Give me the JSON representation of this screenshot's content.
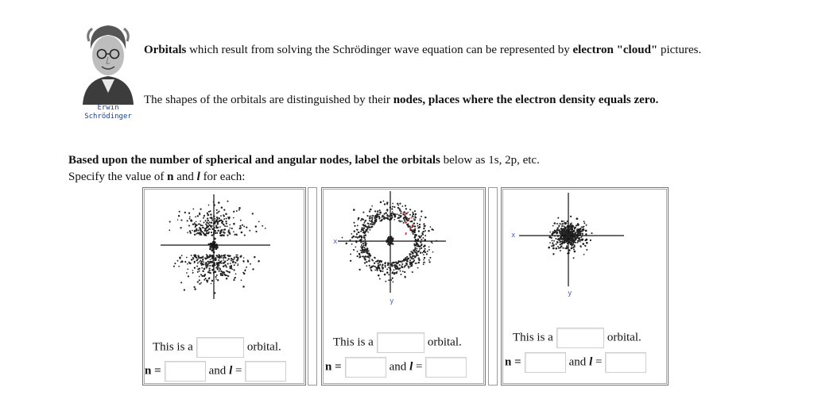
{
  "portrait": {
    "caption_line1": "Erwin",
    "caption_line2": "Schrödinger"
  },
  "intro": {
    "p1_bold_a": "Orbitals",
    "p1_text_a": " which result from solving the Schrödinger wave equation can be represented by ",
    "p1_bold_b": "electron \"cloud\"",
    "p1_text_b": " pictures.",
    "p2_text_a": "The shapes of the orbitals are distinguished by their ",
    "p2_bold": "nodes, places where the electron density equals zero."
  },
  "instructions": {
    "bold": "Based upon the number of spherical and angular nodes, label the orbitals",
    "text": " below as 1s, 2p, etc.",
    "line2_a": "Specify the value of ",
    "line2_n": "n",
    "line2_and": " and ",
    "line2_l": "l",
    "line2_b": " for each:"
  },
  "panels": [
    {
      "prefix": "This is a",
      "suffix": "orbital.",
      "n_label": "n =",
      "and_label": "and ",
      "l_label": "l",
      "eq": " =",
      "x_axis": "",
      "y_axis": ""
    },
    {
      "prefix": "This is a",
      "suffix": "orbital.",
      "n_label": "n =",
      "and_label": "and ",
      "l_label": "l",
      "eq": " =",
      "x_axis": "x",
      "y_axis": "y"
    },
    {
      "prefix": "This is a",
      "suffix": "orbital.",
      "n_label": "n =",
      "and_label": "and ",
      "l_label": "l",
      "eq": " =",
      "x_axis": "x",
      "y_axis": "y"
    }
  ]
}
